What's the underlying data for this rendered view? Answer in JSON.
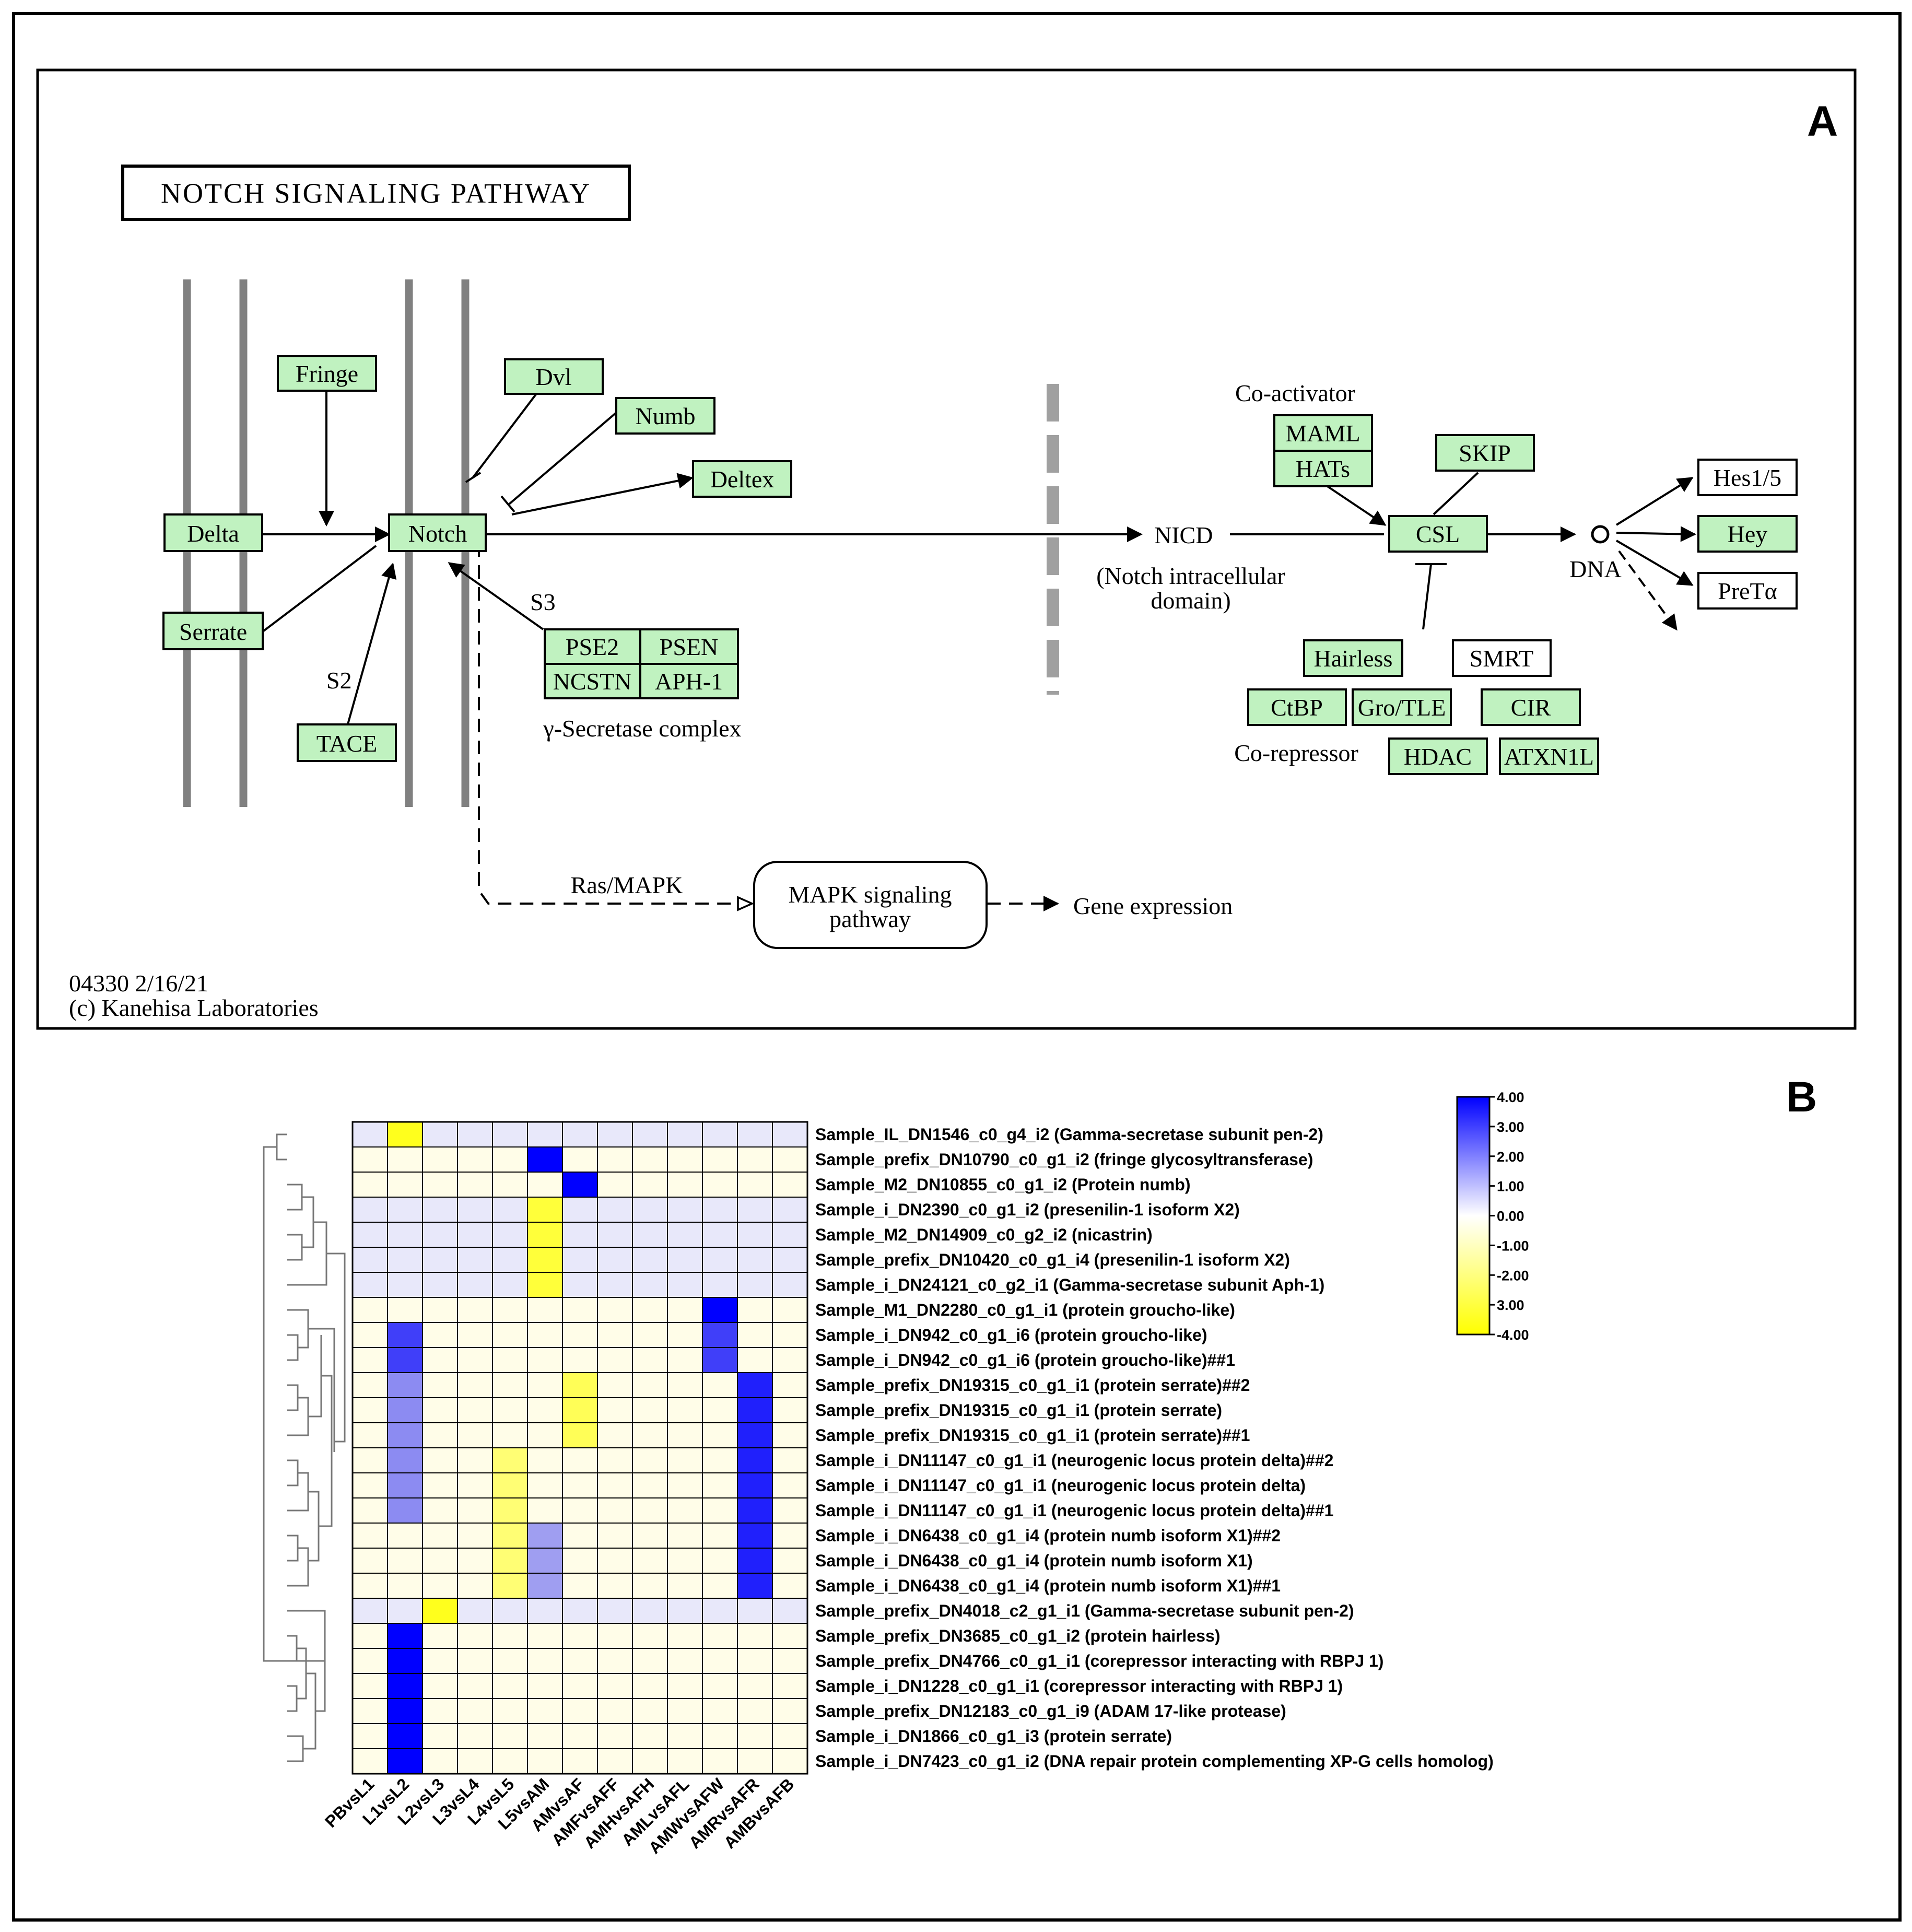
{
  "panelA": {
    "letter": "A",
    "title": "NOTCH SIGNALING PATHWAY",
    "genes": {
      "delta": "Delta",
      "serrate": "Serrate",
      "fringe": "Fringe",
      "tace": "TACE",
      "notch": "Notch",
      "dvl": "Dvl",
      "numb": "Numb",
      "deltex": "Deltex",
      "pse2": "PSE2",
      "psen": "PSEN",
      "ncstn": "NCSTN",
      "aph1": "APH-1",
      "maml": "MAML",
      "hats": "HATs",
      "skip": "SKIP",
      "csl": "CSL",
      "hes": "Hes1/5",
      "hey": "Hey",
      "preta": "PreTα",
      "hairless": "Hairless",
      "smrt": "SMRT",
      "ctbp": "CtBP",
      "gro": "Gro/TLE",
      "cir": "CIR",
      "hdac": "HDAC",
      "atxn": "ATXN1L"
    },
    "labels": {
      "s2": "S2",
      "s3": "S3",
      "gamma": "γ-Secretase complex",
      "nicd": "NICD",
      "nicd_line1": "(Notch intracellular",
      "nicd_line2": "domain)",
      "coactivator": "Co-activator",
      "corepressor": "Co-repressor",
      "dna": "DNA",
      "rasmapk": "Ras/MAPK",
      "mapk_line1": "MAPK signaling",
      "mapk_line2": "pathway",
      "gene_expression": "Gene expression",
      "footer_id": "04330 2/16/21",
      "footer_copy": "(c) Kanehisa Laboratories"
    }
  },
  "panelB": {
    "letter": "B",
    "colorscale": {
      "colors": {
        "high": "#0000ff",
        "mid": "#ffffff",
        "low": "#ffff00"
      },
      "tick_labels": [
        "4.00",
        "3.00",
        "2.00",
        "1.00",
        "0.00",
        "-1.00",
        "-2.00",
        "3.00",
        "-4.00"
      ]
    },
    "chart_data": {
      "type": "heatmap",
      "columns": [
        "PBvsL1",
        "L1vsL2",
        "L2vsL3",
        "L3vsL4",
        "L4vsL5",
        "L5vsAM",
        "AMvsAF",
        "AMFvsAFF",
        "AMHvsAFH",
        "AMLvsAFL",
        "AMWvsAFW",
        "AMRvsAFR",
        "AMBvsAFB"
      ],
      "rows": [
        "Sample_IL_DN1546_c0_g4_i2 (Gamma-secretase subunit pen-2)",
        "Sample_prefix_DN10790_c0_g1_i2 (fringe glycosyltransferase)",
        "Sample_M2_DN10855_c0_g1_i2 (Protein numb)",
        "Sample_i_DN2390_c0_g1_i2 (presenilin-1 isoform X2)",
        "Sample_M2_DN14909_c0_g2_i2 (nicastrin)",
        "Sample_prefix_DN10420_c0_g1_i4 (presenilin-1 isoform X2)",
        "Sample_i_DN24121_c0_g2_i1 (Gamma-secretase subunit Aph-1)",
        "Sample_M1_DN2280_c0_g1_i1 (protein groucho-like)",
        "Sample_i_DN942_c0_g1_i6 (protein groucho-like)",
        "Sample_i_DN942_c0_g1_i6 (protein groucho-like)##1",
        "Sample_prefix_DN19315_c0_g1_i1 (protein serrate)##2",
        "Sample_prefix_DN19315_c0_g1_i1 (protein serrate)",
        "Sample_prefix_DN19315_c0_g1_i1 (protein serrate)##1",
        "Sample_i_DN11147_c0_g1_i1 (neurogenic locus protein delta)##2",
        "Sample_i_DN11147_c0_g1_i1 (neurogenic locus protein delta)",
        "Sample_i_DN11147_c0_g1_i1 (neurogenic locus protein delta)##1",
        "Sample_i_DN6438_c0_g1_i4 (protein numb isoform X1)##2",
        "Sample_i_DN6438_c0_g1_i4 (protein numb isoform X1)",
        "Sample_i_DN6438_c0_g1_i4 (protein numb isoform X1)##1",
        "Sample_prefix_DN4018_c2_g1_i1 (Gamma-secretase subunit pen-2)",
        "Sample_prefix_DN3685_c0_g1_i2 (protein hairless)",
        "Sample_prefix_DN4766_c0_g1_i1 (corepressor interacting with RBPJ 1)",
        "Sample_i_DN1228_c0_g1_i1 (corepressor interacting with RBPJ 1)",
        "Sample_prefix_DN12183_c0_g1_i9 (ADAM 17-like protease)",
        "Sample_i_DN1866_c0_g1_i3 (protein serrate)",
        "Sample_i_DN7423_c0_g1_i2 (DNA repair protein complementing XP-G cells homolog)"
      ],
      "values": [
        [
          0.3,
          -3.5,
          0.3,
          0.3,
          0.3,
          0.3,
          0.3,
          0.3,
          0.3,
          0.3,
          0.3,
          0.3,
          0.3
        ],
        [
          0,
          0,
          0,
          0,
          0,
          4,
          0,
          0,
          0,
          0,
          0,
          0,
          0
        ],
        [
          0,
          0,
          0,
          0,
          0,
          0,
          4,
          0,
          0,
          0,
          0,
          0,
          0
        ],
        [
          0.3,
          0.3,
          0.3,
          0.3,
          0.3,
          -3,
          0.3,
          0.3,
          0.3,
          0.3,
          0.3,
          0.3,
          0.3
        ],
        [
          0.3,
          0.3,
          0.3,
          0.3,
          0.3,
          -3,
          0.3,
          0.3,
          0.3,
          0.3,
          0.3,
          0.3,
          0.3
        ],
        [
          0.3,
          0.3,
          0.3,
          0.3,
          0.3,
          -3,
          0.3,
          0.3,
          0.3,
          0.3,
          0.3,
          0.3,
          0.3
        ],
        [
          0.3,
          0.3,
          0.3,
          0.3,
          0.3,
          -3,
          0.3,
          0.3,
          0.3,
          0.3,
          0.3,
          0.3,
          0.3
        ],
        [
          0,
          0,
          0,
          0,
          0,
          0,
          0,
          0,
          0,
          0,
          4,
          0,
          0
        ],
        [
          0,
          3,
          0,
          0,
          0,
          0,
          0,
          0,
          0,
          0,
          3,
          0,
          0
        ],
        [
          0,
          3,
          0,
          0,
          0,
          0,
          0,
          0,
          0,
          0,
          3,
          0,
          0
        ],
        [
          0,
          1.8,
          0,
          0,
          0,
          0,
          -2.5,
          0,
          0,
          0,
          0,
          3.5,
          0
        ],
        [
          0,
          1.8,
          0,
          0,
          0,
          0,
          -2.5,
          0,
          0,
          0,
          0,
          3.5,
          0
        ],
        [
          0,
          1.8,
          0,
          0,
          0,
          0,
          -2.5,
          0,
          0,
          0,
          0,
          3.5,
          0
        ],
        [
          0,
          1.8,
          0,
          0,
          -2,
          0,
          0,
          0,
          0,
          0,
          0,
          3.5,
          0
        ],
        [
          0,
          1.8,
          0,
          0,
          -2,
          0,
          0,
          0,
          0,
          0,
          0,
          3.5,
          0
        ],
        [
          0,
          1.8,
          0,
          0,
          -2,
          0,
          0,
          0,
          0,
          0,
          0,
          3.5,
          0
        ],
        [
          0,
          0,
          0,
          0,
          -2,
          1.5,
          0,
          0,
          0,
          0,
          0,
          3.5,
          0
        ],
        [
          0,
          0,
          0,
          0,
          -2,
          1.5,
          0,
          0,
          0,
          0,
          0,
          3.5,
          0
        ],
        [
          0,
          0,
          0,
          0,
          -2,
          1.5,
          0,
          0,
          0,
          0,
          0,
          3.5,
          0
        ],
        [
          0.3,
          0.3,
          -3.5,
          0.3,
          0.3,
          0.3,
          0.3,
          0.3,
          0.3,
          0.3,
          0.3,
          0.3,
          0.3
        ],
        [
          0,
          4,
          0,
          0,
          0,
          0,
          0,
          0,
          0,
          0,
          0,
          0,
          0
        ],
        [
          0,
          4,
          0,
          0,
          0,
          0,
          0,
          0,
          0,
          0,
          0,
          0,
          0
        ],
        [
          0,
          4,
          0,
          0,
          0,
          0,
          0,
          0,
          0,
          0,
          0,
          0,
          0
        ],
        [
          0,
          4,
          0,
          0,
          0,
          0,
          0,
          0,
          0,
          0,
          0,
          0,
          0
        ],
        [
          0,
          4,
          0,
          0,
          0,
          0,
          0,
          0,
          0,
          0,
          0,
          0,
          0
        ],
        [
          0,
          4,
          0,
          0,
          0,
          0,
          0,
          0,
          0,
          0,
          0,
          0,
          0
        ]
      ],
      "range": [
        -4,
        4
      ]
    }
  }
}
